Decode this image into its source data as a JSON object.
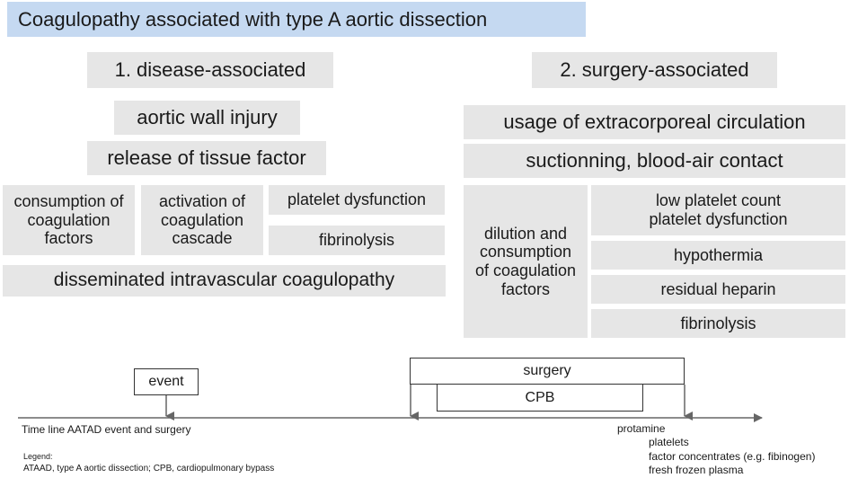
{
  "title": "Coagulopathy associated with type A aortic dissection",
  "disease": {
    "heading": "1. disease-associated",
    "wall_injury": "aortic wall injury",
    "tissue_factor": "release of tissue factor",
    "consumption": "consumption of\ncoagulation\nfactors",
    "activation": "activation of\ncoagulation\ncascade",
    "platelet_dysfunction": "platelet dysfunction",
    "fibrinolysis": "fibrinolysis",
    "dic": "disseminated intravascular coagulopathy"
  },
  "surgery": {
    "heading": "2. surgery-associated",
    "extracorporeal": "usage of extracorporeal circulation",
    "suctioning": "suctionning, blood-air contact",
    "dilution": "dilution and\nconsumption\nof coagulation\nfactors",
    "platelets": "low platelet count\nplatelet dysfunction",
    "hypothermia": "hypothermia",
    "heparin": "residual heparin",
    "fibrinolysis": "fibrinolysis"
  },
  "timeline": {
    "event": "event",
    "surgery": "surgery",
    "cpb": "CPB",
    "axis_label": "Time line AATAD event and surgery",
    "protamine": "protamine",
    "treatments": [
      "platelets",
      "factor concentrates (e.g. fibinogen)",
      "fresh frozen plasma"
    ]
  },
  "legend": {
    "heading": "Legend:",
    "text": "ATAAD, type A aortic dissection; CPB, cardiopulmonary bypass"
  }
}
